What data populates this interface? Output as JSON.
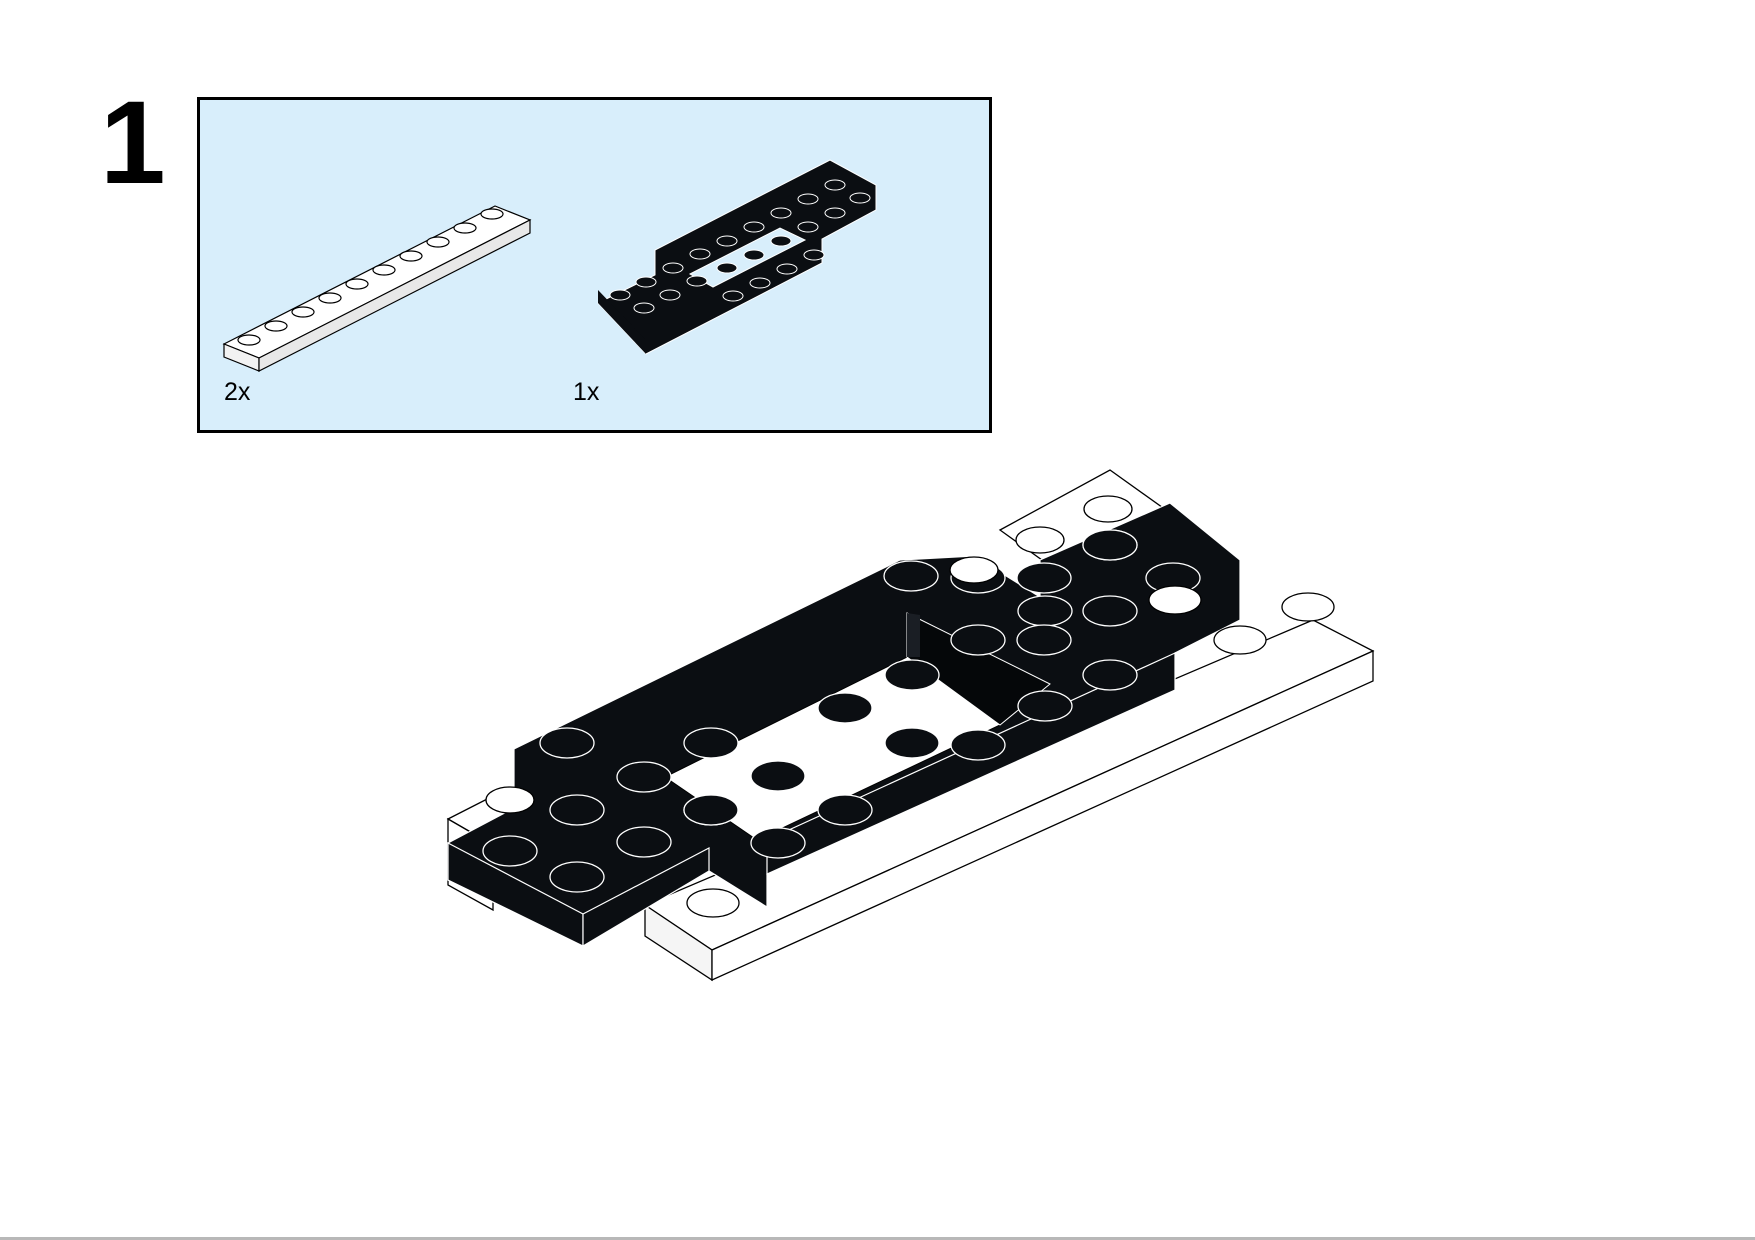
{
  "step": {
    "number": "1"
  },
  "parts_list": [
    {
      "name": "plate-1x10",
      "color": "#ffffff",
      "quantity_label": "2x"
    },
    {
      "name": "plate-4x12-with-opening",
      "color": "#0b0e12",
      "quantity_label": "1x"
    }
  ],
  "colors": {
    "callout_background": "#d8eefb",
    "black_brick": "#0b0e12",
    "white_brick": "#ffffff"
  }
}
